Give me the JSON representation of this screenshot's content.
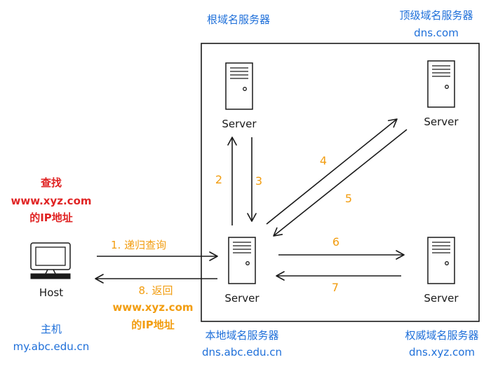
{
  "colors": {
    "stroke": "#1a1a1a",
    "title_blue": "#1e6fd9",
    "query_red": "#e02424",
    "step_orange": "#f29d10"
  },
  "root_server": {
    "title": "根域名服务器",
    "label": "Server"
  },
  "tld_server": {
    "title": "顶级域名服务器",
    "domain": "dns.com",
    "label": "Server"
  },
  "local_server": {
    "title": "本地域名服务器",
    "domain": "dns.abc.edu.cn",
    "label": "Server"
  },
  "auth_server": {
    "title": "权威域名服务器",
    "domain": "dns.xyz.com",
    "label": "Server"
  },
  "host": {
    "label": "Host",
    "title": "主机",
    "domain": "my.abc.edu.cn",
    "query_line1": "查找",
    "query_line2": "www.xyz.com",
    "query_line3": "的IP地址"
  },
  "steps": {
    "s1": "1. 递归查询",
    "s2": "2",
    "s3": "3",
    "s4": "4",
    "s5": "5",
    "s6": "6",
    "s7": "7",
    "s8": "8. 返回",
    "s8_line2": "www.xyz.com",
    "s8_line3": "的IP地址"
  },
  "icons": [
    "server-icon",
    "computer-icon"
  ]
}
